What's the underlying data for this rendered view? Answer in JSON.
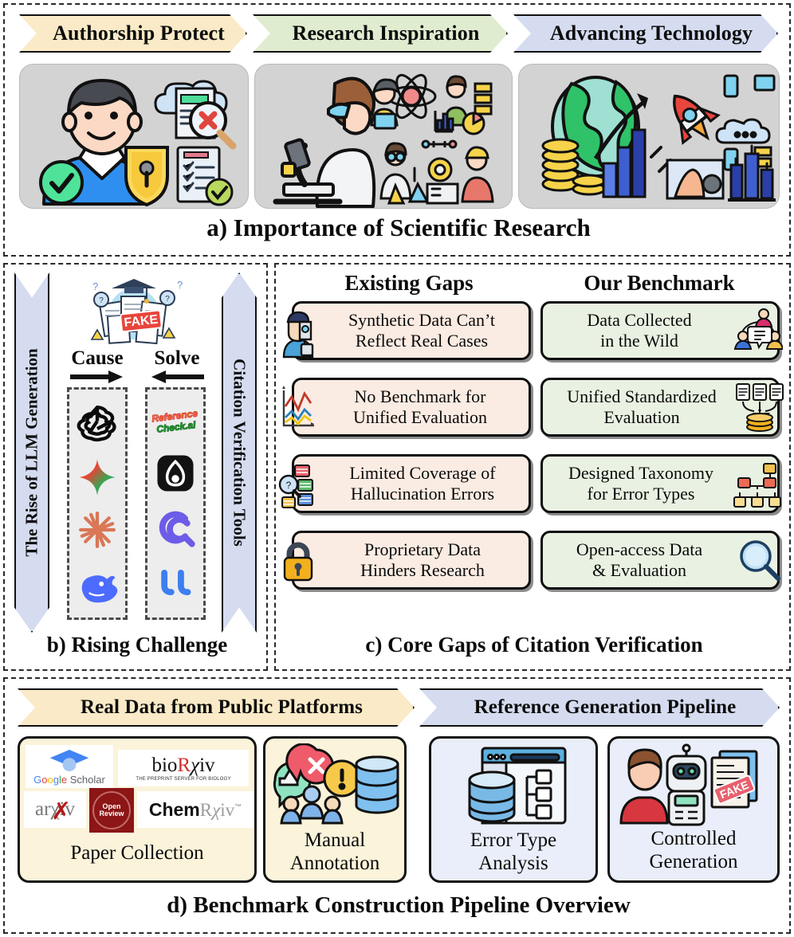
{
  "figure": {
    "panels": [
      {
        "id": "a",
        "caption": "a) Importance of Scientific Research"
      },
      {
        "id": "b",
        "caption": "b) Rising Challenge"
      },
      {
        "id": "c",
        "caption": "c) Core Gaps of Citation Verification"
      },
      {
        "id": "d",
        "caption": "d) Benchmark Construction Pipeline Overview"
      }
    ]
  },
  "panel_a": {
    "banners": [
      {
        "label": "Authorship Protect",
        "color": "#faeac7"
      },
      {
        "label": "Research Inspiration",
        "color": "#dfeccf"
      },
      {
        "label": "Advancing Technology",
        "color": "#d5dcf0"
      }
    ],
    "illustrations": [
      {
        "name": "author-protection-illustration",
        "alt": "person with shield, lock, verified document checklist and rejected document"
      },
      {
        "name": "research-inspiration-illustration",
        "alt": "scientist at microscope with atom, charts and laboratory team"
      },
      {
        "name": "advancing-technology-illustration",
        "alt": "globe with growth arrow, coins, rocket, IoT devices and smart city"
      }
    ],
    "caption": "a) Importance of Scientific Research"
  },
  "panel_b": {
    "left_arrow_label": "The Rise of LLM Generation",
    "right_arrow_label": "Citation Verification Tools",
    "center_icon": "fake-papers-graduation-cap-icon",
    "fake_stamp": "FAKE",
    "cause_label": "Cause",
    "solve_label": "Solve",
    "cause_arrow": "right-arrow-icon",
    "solve_arrow": "left-arrow-icon",
    "llm_logos": [
      "openai-logo",
      "gemini-logo",
      "claude-logo",
      "deepseek-logo"
    ],
    "tool_logos": [
      "referencecheck-ai-logo",
      "scite-logo",
      "consensus-logo",
      "litmaps-logo"
    ],
    "tool_logo_text": "Reference Check.ai",
    "caption": "b) Rising Challenge"
  },
  "panel_c": {
    "columns": [
      {
        "header": "Existing Gaps",
        "color": "#fbece3"
      },
      {
        "header": "Our Benchmark",
        "color": "#e9f2e2"
      }
    ],
    "gaps": [
      {
        "text": "Synthetic Data Can’t\nReflect Real Cases",
        "icon": "robot-human-avatar-icon"
      },
      {
        "text": "No Benchmark for\nUnified Evaluation",
        "icon": "line-chart-icon"
      },
      {
        "text": "Limited Coverage of\nHallucination Errors",
        "icon": "magnifier-grid-icon"
      },
      {
        "text": "Proprietary Data\nHinders Research",
        "icon": "padlock-icon"
      }
    ],
    "benchmark": [
      {
        "text": "Data Collected\nin the Wild",
        "icon": "people-chat-icon"
      },
      {
        "text": "Unified Standardized\nEvaluation",
        "icon": "documents-database-icon"
      },
      {
        "text": "Designed Taxonomy\nfor Error Types",
        "icon": "taxonomy-tree-icon"
      },
      {
        "text": "Open-access Data\n& Evaluation",
        "icon": "magnifying-glass-icon"
      }
    ],
    "caption": "c) Core Gaps of Citation Verification"
  },
  "panel_d": {
    "banners": [
      {
        "label": "Real Data from Public Platforms",
        "color": "#faeac7"
      },
      {
        "label": "Reference Generation Pipeline",
        "color": "#d5dcf0"
      }
    ],
    "cards": [
      {
        "label": "Paper Collection",
        "style": "cream",
        "icon": "platform-logos",
        "logos": [
          "Google Scholar",
          "bioRxiv",
          "arXiv",
          "Open Review",
          "ChemRxiv"
        ],
        "biorxiv_tagline": "THE PREPRINT SERVER FOR BIOLOGY"
      },
      {
        "label": "Manual\nAnnotation",
        "style": "cream",
        "icon": "annotation-people-database-icon"
      },
      {
        "label": "Error Type\nAnalysis",
        "style": "lav",
        "icon": "database-analysis-window-icon"
      },
      {
        "label": "Controlled\nGeneration",
        "style": "lav",
        "icon": "human-robot-fake-paper-icon",
        "stamp": "FAKE"
      }
    ],
    "caption": "d) Benchmark Construction Pipeline Overview"
  }
}
